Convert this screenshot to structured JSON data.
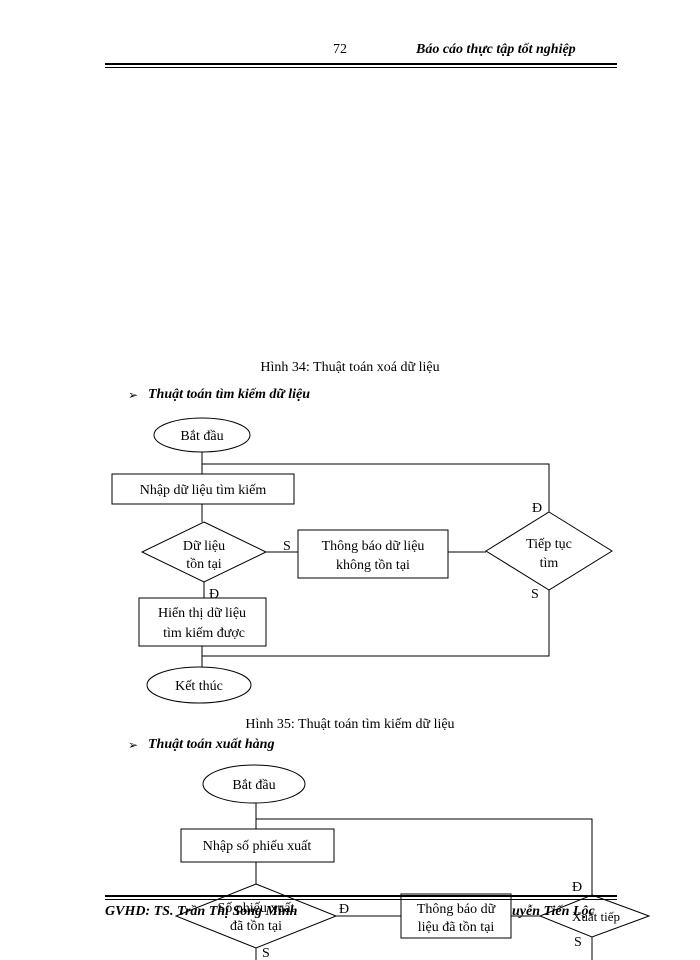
{
  "header": {
    "page_number": "72",
    "title": "Báo cáo thực tập tốt nghiệp"
  },
  "caption_34": "Hình 34: Thuật toán xoá dữ liệu",
  "section_search": "Thuật toán tìm kiếm dữ liệu",
  "flow_search": {
    "start": "Bắt đầu",
    "input": "Nhập dữ liệu tìm kiếm",
    "decision_l1": "Dữ liệu",
    "decision_l2": "tồn tại",
    "no1": "S",
    "yes1": "Đ",
    "notify_l1": "Thông báo dữ liệu",
    "notify_l2": "không tồn tại",
    "continue_l1": "Tiếp tục",
    "continue_l2": "tìm",
    "yes2": "Đ",
    "no2": "S",
    "display_l1": "Hiển thị dữ liệu",
    "display_l2": "tìm kiếm được",
    "end": "Kết thúc"
  },
  "caption_35": "Hình 35: Thuật toán tìm kiếm dữ liệu",
  "section_export": "Thuật toán xuất hàng",
  "flow_export": {
    "start": "Bắt đầu",
    "input": "Nhập số phiếu xuất",
    "decision_l1": "Số phiếu xuất",
    "decision_l2": "đã tồn tại",
    "yes1": "Đ",
    "no1": "S",
    "notify_l1": "Thông báo dữ",
    "notify_l2": "liệu đã tồn tại",
    "right_decision": "Xuất tiếp",
    "yes2": "Đ",
    "no2": "S"
  },
  "footer": {
    "left": "GVHD: TS. Trần Thị Song Minh",
    "right": "uyễn Tiến Lộc"
  }
}
